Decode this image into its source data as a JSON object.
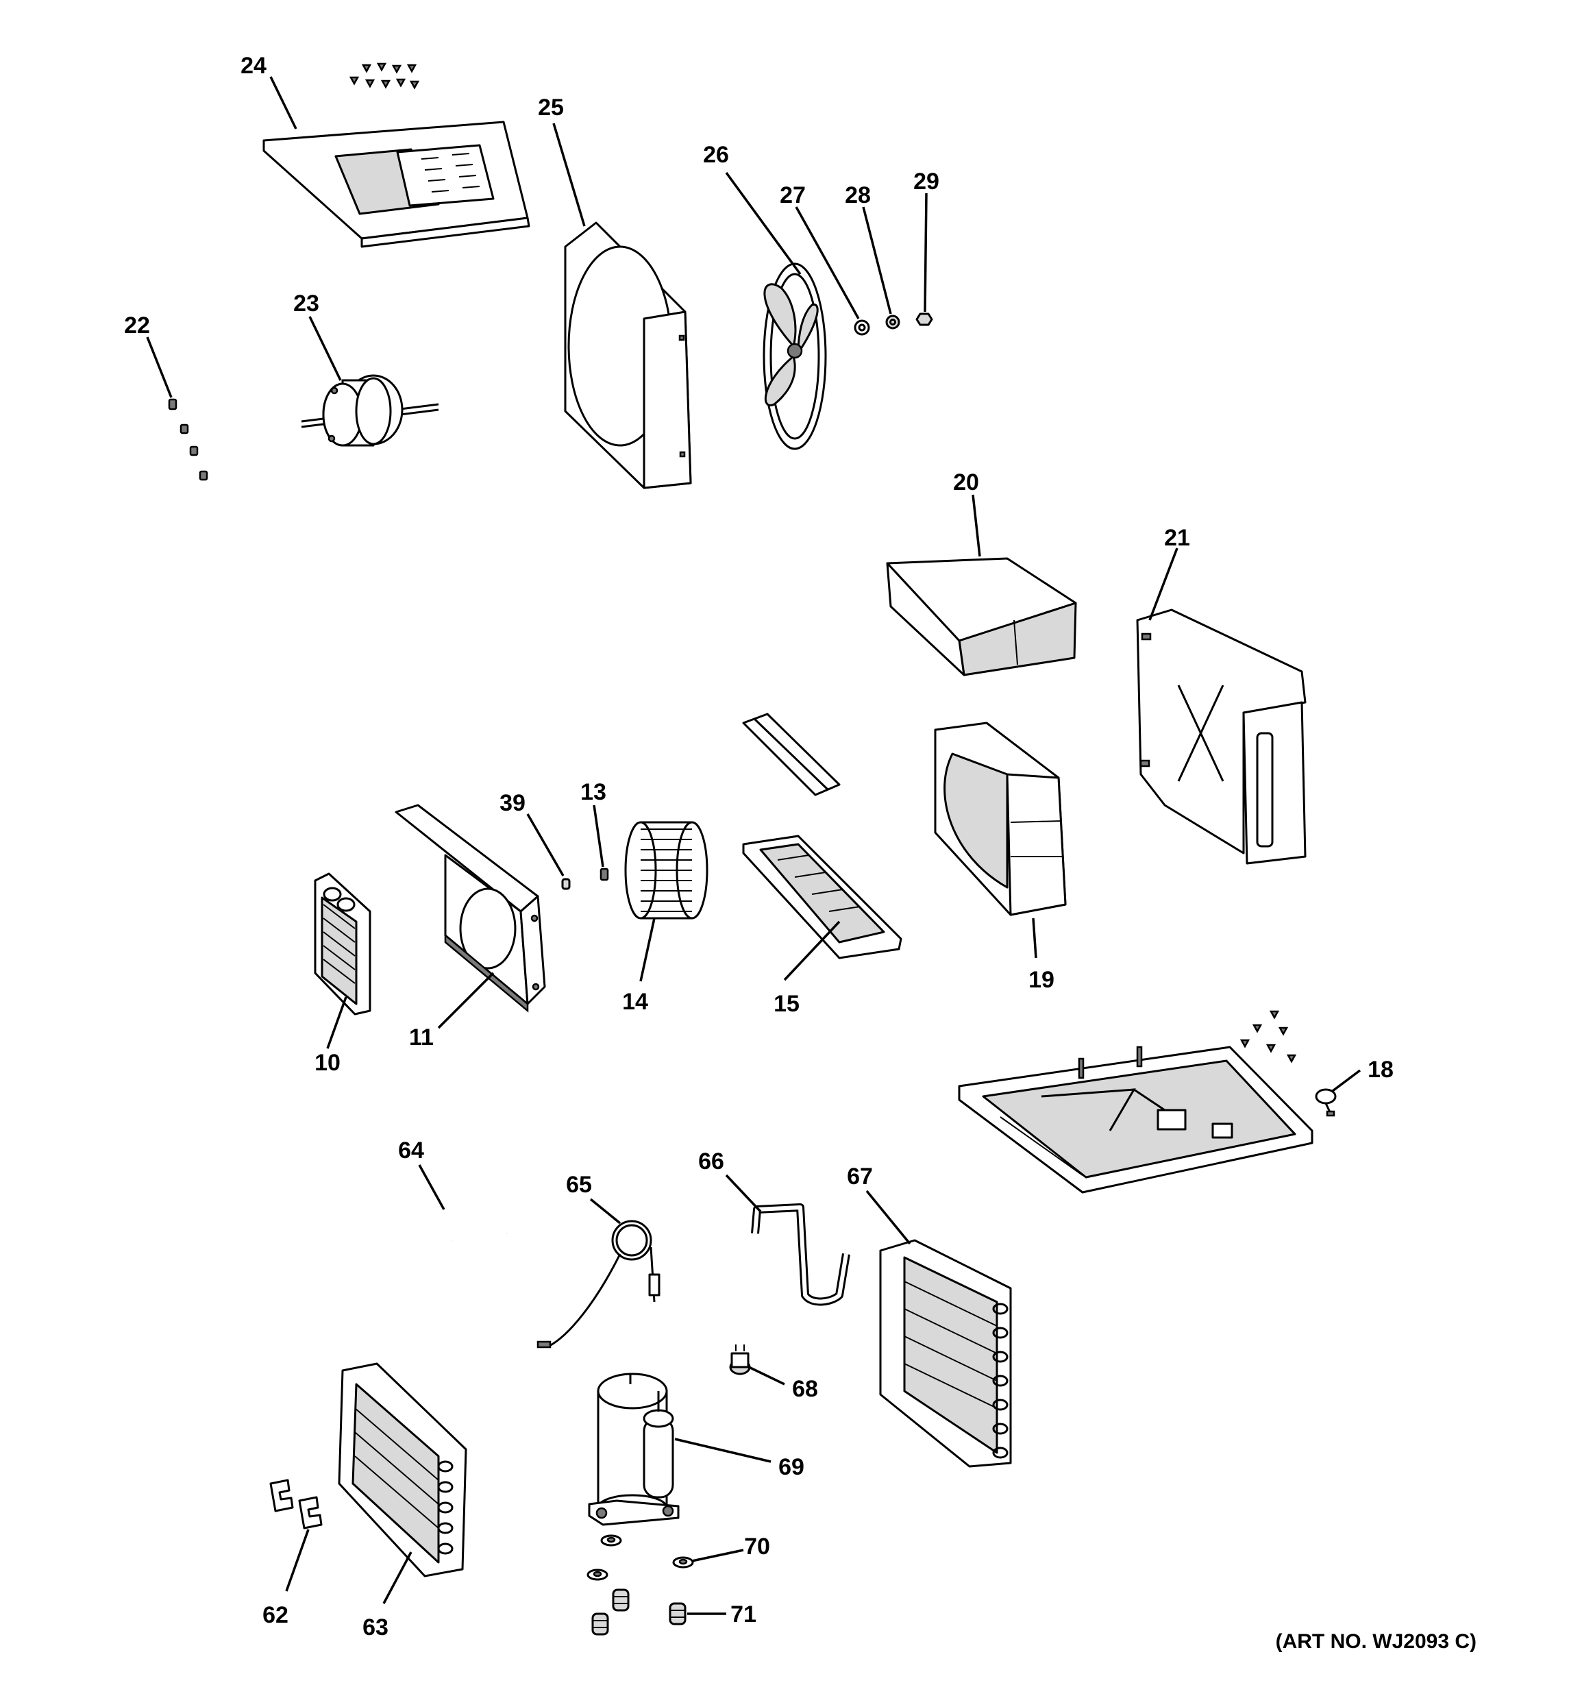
{
  "art_number": "(ART NO. WJ2093 C)",
  "callouts": {
    "c10": "10",
    "c11": "11",
    "c13": "13",
    "c14": "14",
    "c15": "15",
    "c18": "18",
    "c19": "19",
    "c20": "20",
    "c21": "21",
    "c22": "22",
    "c23": "23",
    "c24": "24",
    "c25": "25",
    "c26": "26",
    "c27": "27",
    "c28": "28",
    "c29": "29",
    "c39": "39",
    "c62": "62",
    "c63": "63",
    "c64": "64",
    "c65": "65",
    "c66": "66",
    "c67": "67",
    "c68": "68",
    "c69": "69",
    "c70": "70",
    "c71": "71"
  }
}
